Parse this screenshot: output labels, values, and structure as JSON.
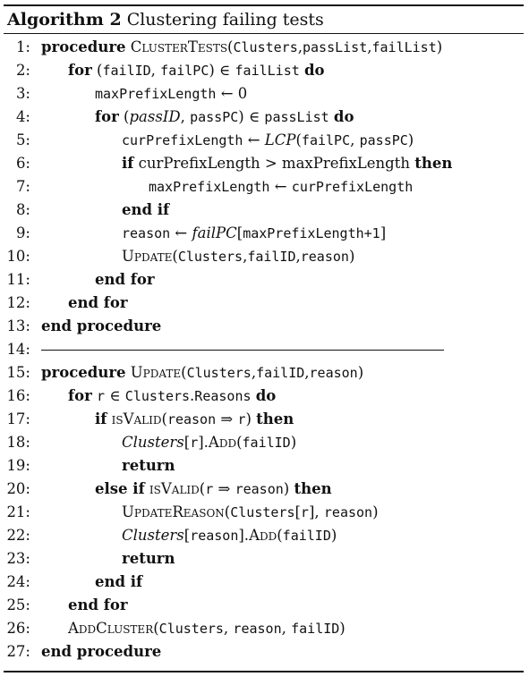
{
  "caption": {
    "label": "Algorithm 2",
    "title": "Clustering failing tests"
  },
  "lines": {
    "l1": {
      "num": "1:",
      "a": "procedure",
      "b": "ClusterTests",
      "c": "(",
      "d": "Clusters",
      "e": ",",
      "f": "passList",
      "g": ",",
      "h": "failList",
      "i": ")"
    },
    "l2": {
      "num": "2:",
      "a": "for",
      "b": "(",
      "c": "failID",
      "d": ", ",
      "e": "failPC",
      "f": ") ∈ ",
      "g": "failList",
      "h": "do"
    },
    "l3": {
      "num": "3:",
      "a": "maxPrefixLength",
      "b": " ← 0"
    },
    "l4": {
      "num": "4:",
      "a": "for",
      "b": "(",
      "c": "passID",
      "d": ", ",
      "e": "passPC",
      "f": ") ∈ ",
      "g": "passList",
      "h": "do"
    },
    "l5": {
      "num": "5:",
      "a": "curPrefixLength",
      "b": " ← ",
      "c": "LCP",
      "d": "(",
      "e": "failPC",
      "f": ", ",
      "g": "passPC",
      "h": ")"
    },
    "l6": {
      "num": "6:",
      "a": "if",
      "b": "curPrefixLength > maxPrefixLength",
      "c": "then"
    },
    "l7": {
      "num": "7:",
      "a": "maxPrefixLength",
      "b": " ← ",
      "c": "curPrefixLength"
    },
    "l8": {
      "num": "8:",
      "a": "end if"
    },
    "l9": {
      "num": "9:",
      "a": "reason",
      "b": " ← ",
      "c": "failPC",
      "d": "[",
      "e": "maxPrefixLength+1",
      "f": "]"
    },
    "l10": {
      "num": "10:",
      "a": "Update",
      "b": "(",
      "c": "Clusters",
      "d": ",",
      "e": "failID",
      "f": ",",
      "g": "reason",
      "h": ")"
    },
    "l11": {
      "num": "11:",
      "a": "end for"
    },
    "l12": {
      "num": "12:",
      "a": "end for"
    },
    "l13": {
      "num": "13:",
      "a": "end procedure"
    },
    "l14": {
      "num": "14:"
    },
    "l15": {
      "num": "15:",
      "a": "procedure",
      "b": "Update",
      "c": "(",
      "d": "Clusters",
      "e": ",",
      "f": "failID",
      "g": ",",
      "h": "reason",
      "i": ")"
    },
    "l16": {
      "num": "16:",
      "a": "for",
      "b": "r",
      "c": " ∈ ",
      "d": "Clusters",
      "e": ".",
      "f": "Reasons",
      "g": "do"
    },
    "l17": {
      "num": "17:",
      "a": "if",
      "b": "isValid",
      "c": "(",
      "d": "reason",
      "e": " ⇒ ",
      "f": "r",
      "g": ")",
      "h": "then"
    },
    "l18": {
      "num": "18:",
      "a": "Clusters",
      "b": "[",
      "c": "r",
      "d": "].",
      "e": "Add",
      "f": "(",
      "g": "failID",
      "h": ")"
    },
    "l19": {
      "num": "19:",
      "a": "return"
    },
    "l20": {
      "num": "20:",
      "a": "else if",
      "b": "isValid",
      "c": "(",
      "d": "r",
      "e": " ⇒ ",
      "f": "reason",
      "g": ")",
      "h": "then"
    },
    "l21": {
      "num": "21:",
      "a": "UpdateReason",
      "b": "(",
      "c": "Clusters",
      "d": "[",
      "e": "r",
      "f": "], ",
      "g": "reason",
      "h": ")"
    },
    "l22": {
      "num": "22:",
      "a": "Clusters",
      "b": "[",
      "c": "reason",
      "d": "].",
      "e": "Add",
      "f": "(",
      "g": "failID",
      "h": ")"
    },
    "l23": {
      "num": "23:",
      "a": "return"
    },
    "l24": {
      "num": "24:",
      "a": "end if"
    },
    "l25": {
      "num": "25:",
      "a": "end for"
    },
    "l26": {
      "num": "26:",
      "a": "AddCluster",
      "b": "(",
      "c": "Clusters",
      "d": ", ",
      "e": "reason",
      "f": ", ",
      "g": "failID",
      "h": ")"
    },
    "l27": {
      "num": "27:",
      "a": "end procedure"
    }
  }
}
